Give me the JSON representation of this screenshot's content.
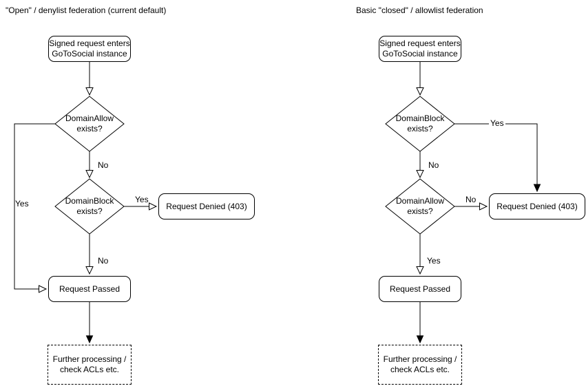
{
  "left": {
    "title": "\"Open\" / denylist federation (current default)",
    "nodes": {
      "start": {
        "line1": "Signed request enters",
        "line2": "GoToSocial instance"
      },
      "decision1": {
        "line1": "DomainAllow",
        "line2": "exists?"
      },
      "decision2": {
        "line1": "DomainBlock",
        "line2": "exists?"
      },
      "denied": {
        "label": "Request Denied (403)"
      },
      "passed": {
        "label": "Request Passed"
      },
      "further": {
        "line1": "Further processing /",
        "line2": "check ACLs etc."
      }
    },
    "labels": {
      "decision1_yes": "Yes",
      "decision1_no": "No",
      "decision2_yes": "Yes",
      "decision2_no": "No"
    }
  },
  "right": {
    "title": "Basic \"closed\" / allowlist federation",
    "nodes": {
      "start": {
        "line1": "Signed request enters",
        "line2": "GoToSocial instance"
      },
      "decision1": {
        "line1": "DomainBlock",
        "line2": "exists?"
      },
      "decision2": {
        "line1": "DomainAllow",
        "line2": "exists?"
      },
      "denied": {
        "label": "Request Denied (403)"
      },
      "passed": {
        "label": "Request Passed"
      },
      "further": {
        "line1": "Further processing /",
        "line2": "check ACLs etc."
      }
    },
    "labels": {
      "decision1_yes": "Yes",
      "decision1_no": "No",
      "decision2_no": "No",
      "decision2_yes": "Yes"
    }
  },
  "colors": {
    "stroke": "#000000",
    "fill": "#ffffff",
    "text": "#000000"
  }
}
